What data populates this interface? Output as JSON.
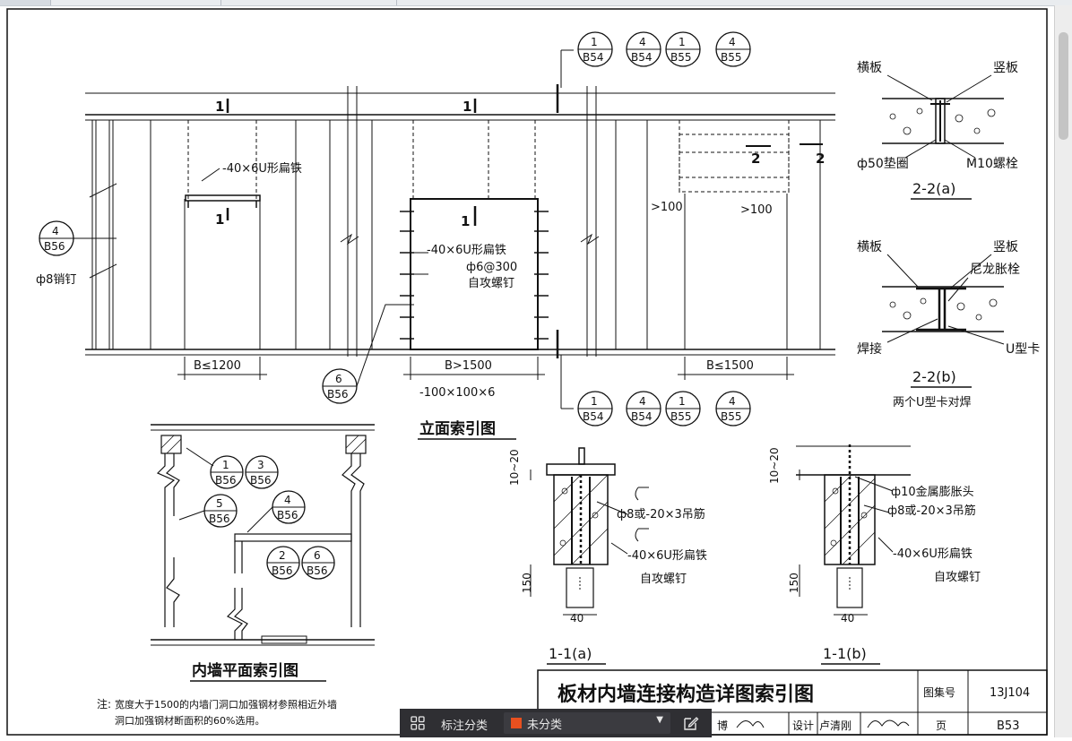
{
  "drawing": {
    "elevation_title": "立面索引图",
    "plan_title": "内墙平面索引图",
    "section_a_title": "1-1(a)",
    "section_b_title": "1-1(b)",
    "detail_a_title": "2-2(a)",
    "detail_b_title": "2-2(b)",
    "detail_b_subtitle": "两个U型卡对焊",
    "labels": {
      "flat_iron": "-40×6U形扁铁",
      "screw_spec": "ф6@300",
      "self_tap": "自攻螺钉",
      "pin": "ф8销钉",
      "b_le_1200": "B≤1200",
      "b_gt_1500": "B>1500",
      "b_le_1500": "B≤1500",
      "angle": "-100×100×6",
      "gt100": ">100",
      "hanger": "ф8或-20×3吊筋",
      "expansion": "ф10金属膨胀头",
      "dim_10_20": "10~20",
      "dim_150": "150",
      "dim_40": "40",
      "sec_num": "1",
      "sec2_num": "2",
      "horiz_plate": "横板",
      "vert_plate": "竖板",
      "washer": "ф50垫圈",
      "bolt": "M10螺栓",
      "nylon_bolt": "尼龙胀栓",
      "weld": "焊接",
      "u_clip": "U型卡"
    },
    "callouts": {
      "c_4_b56": [
        "4",
        "B56"
      ],
      "c_6_b56": [
        "6",
        "B56"
      ],
      "c_1_b54": [
        "1",
        "B54"
      ],
      "c_4_b54": [
        "4",
        "B54"
      ],
      "c_1_b55": [
        "1",
        "B55"
      ],
      "c_4_b55": [
        "4",
        "B55"
      ],
      "c_1_b56": [
        "1",
        "B56"
      ],
      "c_3_b56": [
        "3",
        "B56"
      ],
      "c_5_b56": [
        "5",
        "B56"
      ],
      "c_2_b56": [
        "2",
        "B56"
      ]
    },
    "note": {
      "prefix": "注:",
      "line1": "宽度大于1500的内墙门洞口加强钢材参照相近外墙",
      "line2": "洞口加强钢材断面积的60%选用。"
    },
    "title_block": {
      "title": "板材内墙连接构造详图索引图",
      "atlas_label": "图集号",
      "atlas_no": "13J104",
      "check_label": "博",
      "design_label": "设计",
      "designer": "卢清刚",
      "page_label": "页",
      "page_no": "B53"
    }
  },
  "toolbar": {
    "grid_icon": "grid-icon",
    "label": "标注分类",
    "selected": "未分类",
    "selected_color": "#e8501f",
    "edit_icon": "edit-icon"
  }
}
